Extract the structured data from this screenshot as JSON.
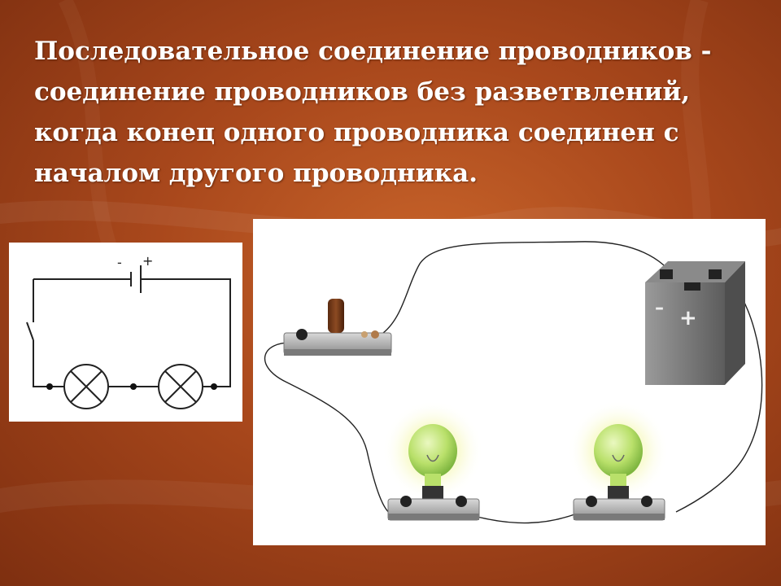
{
  "definition": {
    "lines": [
      "Последовательное соединение проводников -",
      "соединение проводников без разветвлений,",
      "когда конец одного проводника соединен с",
      "началом другого проводника."
    ]
  },
  "schematic": {
    "battery_minus": "-",
    "battery_plus": "+"
  },
  "photo": {
    "battery_minus": "–",
    "battery_plus": "+"
  },
  "colors": {
    "background": "#a9481c",
    "bulb_glow": "#f3f7a0",
    "bulb_glass": "#b9e06a"
  }
}
